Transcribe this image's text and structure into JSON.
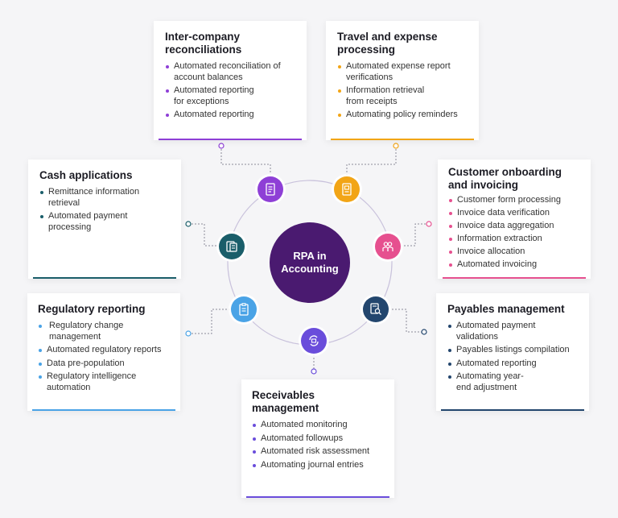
{
  "center": {
    "line1": "RPA in",
    "line2": "Accounting"
  },
  "cards": {
    "intercompany": {
      "title_1": "Inter-company",
      "title_2": "reconciliations",
      "items": [
        "Automated reconciliation of",
        "account balances",
        "Automated reporting",
        "for exceptions",
        "Automated reporting"
      ],
      "color": "#8e3fd6"
    },
    "travel": {
      "title_1": "Travel and expense",
      "title_2": "processing",
      "items": [
        "Automated expense report",
        "verifications",
        "Information retrieval",
        "from receipts",
        "Automating policy reminders"
      ],
      "color": "#f2a516"
    },
    "cash": {
      "title_1": "Cash applications",
      "items": [
        "Remittance information",
        "retrieval",
        "Automated payment",
        "processing"
      ],
      "color": "#1a5e6a"
    },
    "customer": {
      "title_1": "Customer onboarding",
      "title_2": "and invoicing",
      "items": [
        "Customer form processing",
        "Invoice data verification",
        "Invoice data aggregation",
        "Information extraction",
        "Invoice allocation",
        "Automated invoicing"
      ],
      "color": "#e6508f"
    },
    "regulatory": {
      "title_1": "Regulatory reporting",
      "items": [
        "Regulatory change",
        "management",
        "Automated regulatory reports",
        "Data pre-population",
        "Regulatory intelligence",
        "automation"
      ],
      "color": "#4aa3e6"
    },
    "payables": {
      "title_1": "Payables management",
      "items": [
        "Automated payment",
        "validations",
        "Payables listings compilation",
        "Automated reporting",
        "Automating year-",
        "end adjustment"
      ],
      "color": "#23466e"
    },
    "receivables": {
      "title_1": "Receivables management",
      "items": [
        "Automated monitoring",
        "Automated followups",
        "Automated risk assessment",
        "Automating journal entries"
      ],
      "color": "#6a4ddb"
    }
  },
  "nodes": {
    "intercompany": {
      "icon": "document-list-icon",
      "color": "#8e3fd6"
    },
    "travel": {
      "icon": "receipt-icon",
      "color": "#f2a516"
    },
    "cash": {
      "icon": "invoice-icon",
      "color": "#1a5e6a"
    },
    "customer": {
      "icon": "people-icon",
      "color": "#e6508f"
    },
    "regulatory": {
      "icon": "clipboard-icon",
      "color": "#4aa3e6"
    },
    "payables": {
      "icon": "search-document-icon",
      "color": "#23466e"
    },
    "receivables": {
      "icon": "money-cycle-icon",
      "color": "#6a4ddb"
    }
  },
  "colors": {
    "ring": "#c9c2dc",
    "connector": "#8a8a9a",
    "center": "#4a1a70"
  }
}
